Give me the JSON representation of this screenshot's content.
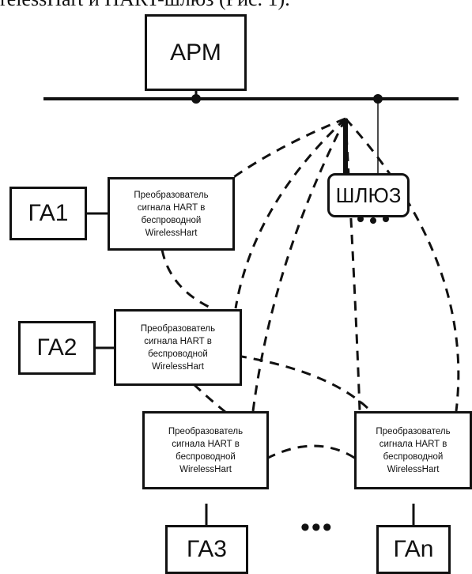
{
  "header_text": "relessHart и HART-шлюз (Рис. 1).",
  "nodes": {
    "arm": "АРМ",
    "gateway": "ШЛЮЗ",
    "ga1": "ГА1",
    "ga2": "ГА2",
    "ga3": "ГА3",
    "gan": "ГАn",
    "ellipsis": "•••"
  },
  "converter": {
    "c1": [
      "Преобразователь",
      "сигнала HART в",
      "беспроводной",
      "WirelessHart"
    ],
    "c2": [
      "Преобразователь",
      "сигнала HART в",
      "беспроводной",
      "WirelessHart"
    ],
    "c3": [
      "Преобразователь",
      "сигнала HART в",
      "беспроводной",
      "WirelessHart"
    ],
    "c4": [
      "Преобразователь",
      "сигнала HART в",
      "беспроводной",
      "WirelessHart"
    ]
  }
}
